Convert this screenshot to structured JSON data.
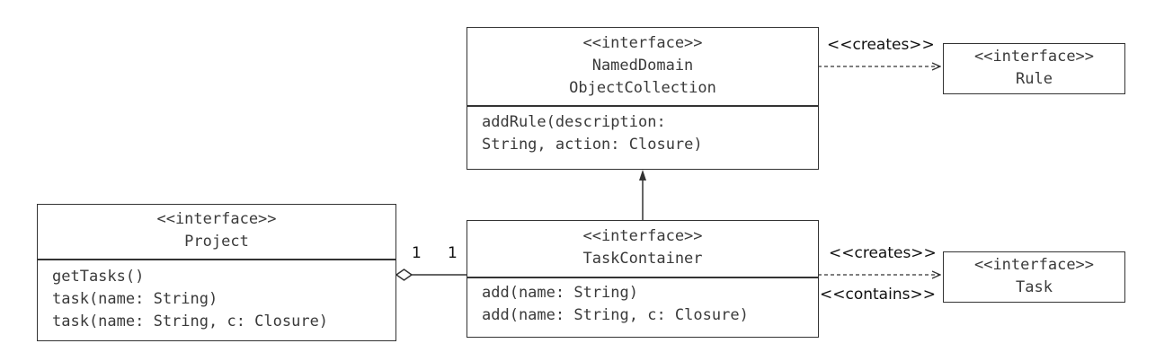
{
  "classes": {
    "named_domain_object_collection": {
      "stereotype": "<<interface>>",
      "name_lines": [
        "NamedDomain",
        "ObjectCollection"
      ],
      "methods": [
        "addRule(description:",
        "String, action: Closure)"
      ]
    },
    "rule": {
      "stereotype": "<<interface>>",
      "name": "Rule"
    },
    "project": {
      "stereotype": "<<interface>>",
      "name": "Project",
      "methods": [
        "getTasks()",
        "task(name: String)",
        "task(name: String, c: Closure)"
      ]
    },
    "task_container": {
      "stereotype": "<<interface>>",
      "name": "TaskContainer",
      "methods": [
        "add(name: String)",
        "add(name: String, c: Closure)"
      ]
    },
    "task": {
      "stereotype": "<<interface>>",
      "name": "Task"
    }
  },
  "relations": {
    "creates_rule": "<<creates>>",
    "creates_task": "<<creates>>",
    "contains_task": "<<contains>>",
    "multiplicity_project": "1",
    "multiplicity_container": "1"
  }
}
